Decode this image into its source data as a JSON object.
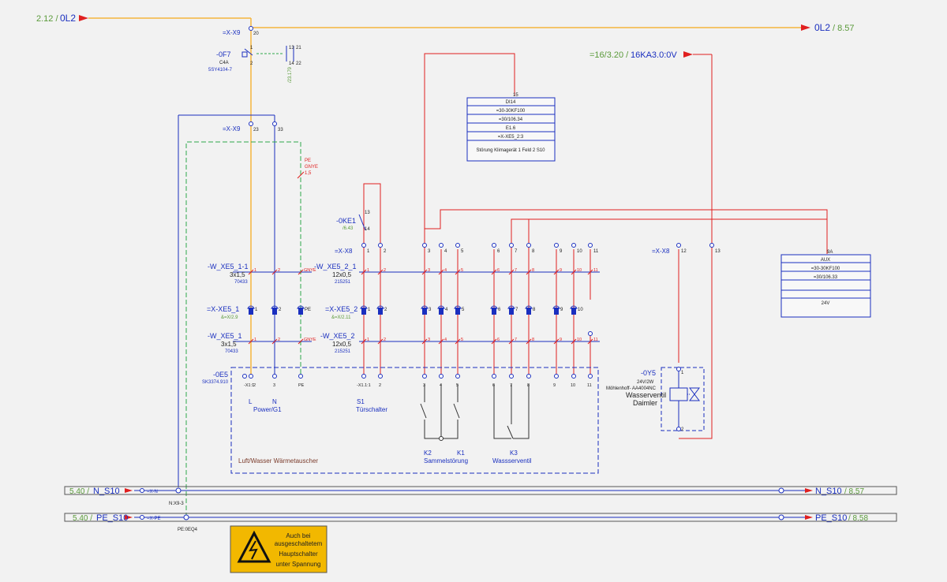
{
  "colors": {
    "orange": "#f5b43c",
    "blue": "#1a2fbf",
    "red": "#e02020",
    "green": "#2ea84a",
    "ref_green": "#5a9a3a",
    "warning_yellow": "#f2b800"
  },
  "top_left": {
    "ref": "2.12 /",
    "name": "0L2"
  },
  "top_right": {
    "name": "0L2",
    "ref": "/ 8.57"
  },
  "xx9_top": {
    "label": "=X-X9",
    "pin": "20"
  },
  "f7": {
    "label": "-0F7",
    "rating": "C4A",
    "part": "5SY4104-7",
    "pin1": "1",
    "pin2": "2",
    "aux13": "13",
    "aux14": "14",
    "aux21": "21",
    "aux22": "22",
    "aux_ref": "/23.179"
  },
  "xx9_mid": {
    "label": "=X-X9",
    "pin23": "23",
    "pin33": "33"
  },
  "pe_wire": {
    "l1": "PE",
    "l2": "GNYE",
    "l3": "1,5"
  },
  "di_box": {
    "pin": "15",
    "rows": [
      "DI14",
      "=30-30KF100",
      "=30/106.34",
      "E1.6",
      "=X-XE5_2:3",
      "Störung Klimagerät 1 Feld 2 S10"
    ]
  },
  "ka_ref": {
    "ref": "=16/3.20 /",
    "name": "16KA3.0:0V"
  },
  "ke1": {
    "label": "-0KE1",
    "ref": "/6.43",
    "pin13": "13",
    "pin14": "14"
  },
  "xx8": {
    "label": "=X-X8",
    "pins": [
      "1",
      "2",
      "3",
      "4",
      "5",
      "6",
      "7",
      "8",
      "9",
      "10",
      "11"
    ],
    "right_label": "=X-X8",
    "pin12": "12",
    "pin13": "13"
  },
  "cable1": {
    "name": "-W_XE5_1-1",
    "spec": "3x1,5",
    "part": "70433",
    "cores": [
      "1",
      "2",
      "GNYE"
    ]
  },
  "cable2": {
    "name": "-W_XE5_2_1",
    "spec": "12x0,5",
    "part": "215251",
    "cores": [
      "1",
      "2",
      "3",
      "4",
      "5",
      "6",
      "7",
      "8",
      "9",
      "10",
      "11"
    ]
  },
  "aux_box": {
    "pin": "9A",
    "rows": [
      "AUX",
      "=30-30KF100",
      "=30/106.33",
      "",
      "24V"
    ]
  },
  "xxe5_1": {
    "label": "=X-XE5_1",
    "ref": "&=X/2.9",
    "pins": [
      "1",
      "2",
      "PE"
    ]
  },
  "xxe5_2": {
    "label": "=X-XE5_2",
    "ref": "&=X/2.11",
    "pins": [
      "1",
      "2",
      "3",
      "4",
      "5",
      "6",
      "7",
      "8",
      "9",
      "10"
    ]
  },
  "cable3": {
    "name": "-W_XE5_1",
    "spec": "3x1,5",
    "part": "70433",
    "cores": [
      "1",
      "2",
      "GNYE"
    ]
  },
  "cable4": {
    "name": "-W_XE5_2",
    "spec": "12x0,5",
    "part": "215251",
    "cores": [
      "1",
      "2",
      "3",
      "4",
      "5",
      "6",
      "7",
      "8",
      "9",
      "10",
      "11"
    ]
  },
  "e5": {
    "label": "-0E5",
    "part": "SK3374.910",
    "terminals": [
      "-X1:1",
      "2",
      "3",
      "PE",
      "-X1.1:1",
      "2",
      "3",
      "4",
      "5",
      "6",
      "7",
      "8",
      "9",
      "10",
      "11"
    ],
    "L": "L",
    "N": "N",
    "power": "Power/G1",
    "s1": "S1",
    "door": "Türschalter",
    "k2": "K2",
    "k1": "K1",
    "sammel": "Sammelstörung",
    "k3": "K3",
    "wasser": "Wassserventil",
    "caption": "Luft/Wasser Wärmetauscher"
  },
  "y5": {
    "label": "-0Y5",
    "rating": "24V/2W",
    "part": "Möhlenhoff- AA4004NC",
    "name1": "Wasserventil",
    "name2": "Daimler",
    "p1": "1",
    "p2": "2"
  },
  "n_bus": {
    "ref": "5.40 /",
    "name": "N_S10",
    "term": "=X-N",
    "right_name": "N_S10",
    "right_ref": "/ 8.57",
    "tap": "N:X9-3"
  },
  "pe_bus": {
    "ref": "5.40 /",
    "name": "PE_S10",
    "term": "=X-PE",
    "right_name": "PE_S10",
    "right_ref": "/ 8.58",
    "tap": "PE:0EQ4"
  },
  "warning": {
    "line1": "Auch bei",
    "line2": "ausgeschaltetem",
    "line3": "Hauptschalter",
    "line4": "unter Spannung"
  }
}
